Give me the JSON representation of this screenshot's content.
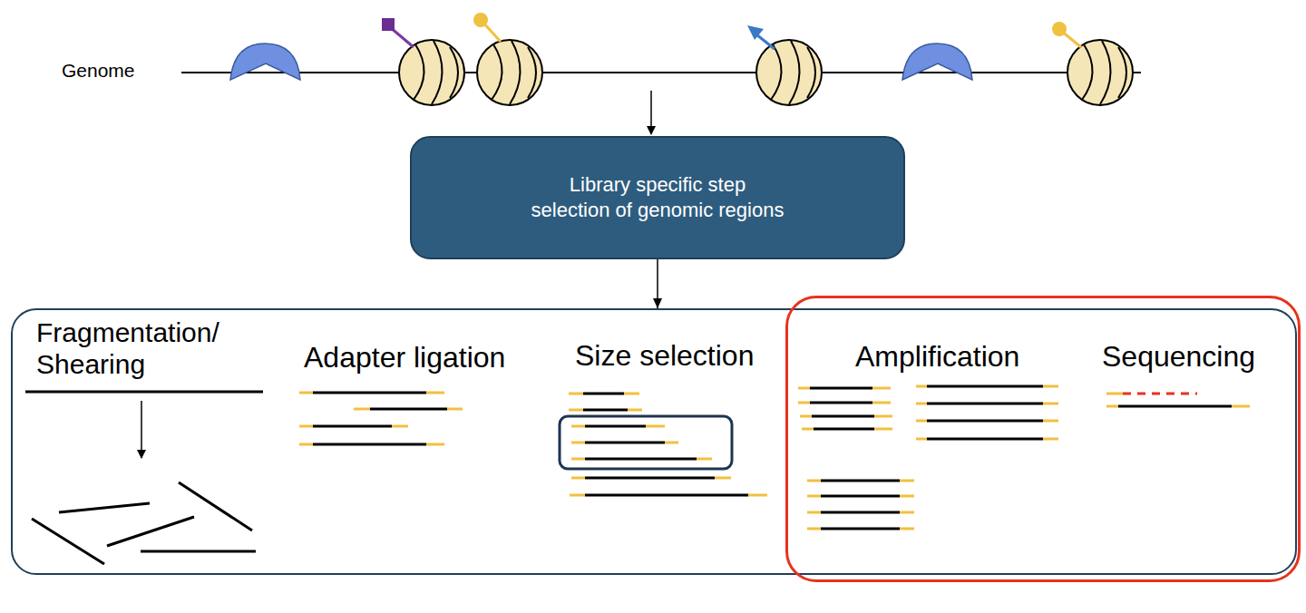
{
  "diagram": {
    "nodes": [
      {
        "text": [
          "Library specific step selection of genomic regions"
        ]
      },
      {
        "text": [
          "Fragmentation/ Shearing",
          "Adapter ligation",
          "Size selection"
        ]
      },
      {
        "text": [
          "Amplification",
          "Sequencing"
        ]
      }
    ],
    "edges": [
      {
        "from": 0,
        "to": 1,
        "arrow": "to"
      }
    ],
    "labels": [
      "Genome"
    ]
  }
}
